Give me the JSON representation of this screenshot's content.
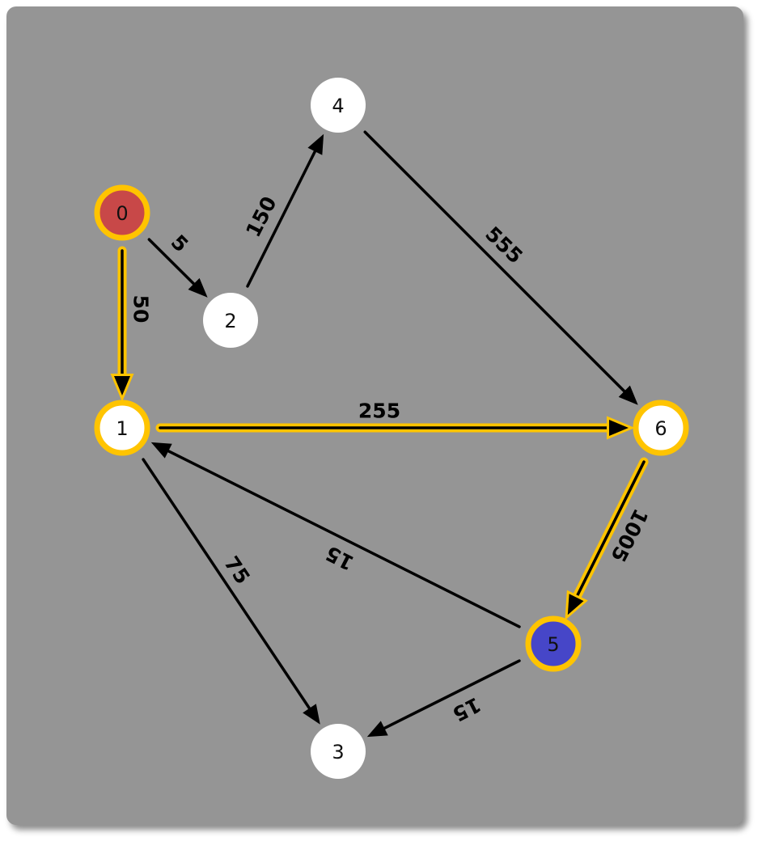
{
  "colors": {
    "background": "#959595",
    "node_fill": "#ffffff",
    "source_fill": "#c84848",
    "target_fill": "#4646c8",
    "highlight": "#ffc400",
    "edge": "#000000"
  },
  "nodes": [
    {
      "id": "0",
      "label": "0",
      "role": "source",
      "highlighted": true
    },
    {
      "id": "1",
      "label": "1",
      "role": "normal",
      "highlighted": true
    },
    {
      "id": "2",
      "label": "2",
      "role": "normal",
      "highlighted": false
    },
    {
      "id": "3",
      "label": "3",
      "role": "normal",
      "highlighted": false
    },
    {
      "id": "4",
      "label": "4",
      "role": "normal",
      "highlighted": false
    },
    {
      "id": "5",
      "label": "5",
      "role": "target",
      "highlighted": true
    },
    {
      "id": "6",
      "label": "6",
      "role": "normal",
      "highlighted": true
    }
  ],
  "edges": [
    {
      "from": "0",
      "to": "1",
      "weight": "50",
      "highlighted": true
    },
    {
      "from": "0",
      "to": "2",
      "weight": "5",
      "highlighted": false
    },
    {
      "from": "2",
      "to": "4",
      "weight": "150",
      "highlighted": false
    },
    {
      "from": "4",
      "to": "6",
      "weight": "555",
      "highlighted": false
    },
    {
      "from": "1",
      "to": "6",
      "weight": "255",
      "highlighted": true
    },
    {
      "from": "6",
      "to": "5",
      "weight": "1005",
      "highlighted": true
    },
    {
      "from": "5",
      "to": "1",
      "weight": "15",
      "highlighted": false
    },
    {
      "from": "1",
      "to": "3",
      "weight": "75",
      "highlighted": false
    },
    {
      "from": "5",
      "to": "3",
      "weight": "15",
      "highlighted": false
    }
  ]
}
